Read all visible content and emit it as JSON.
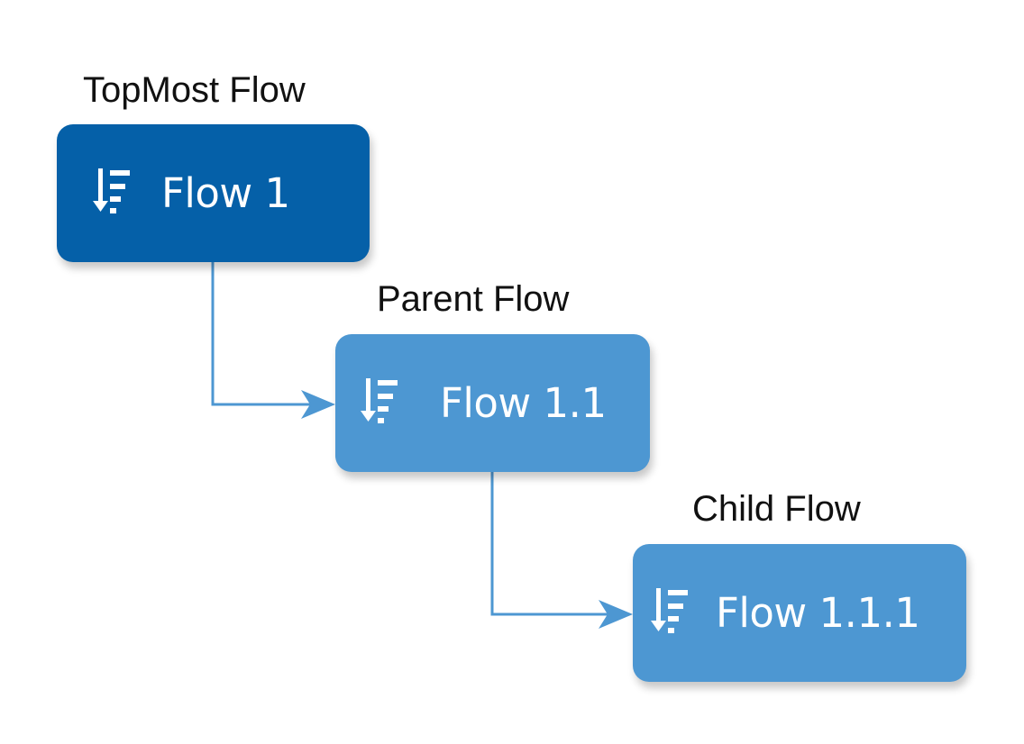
{
  "colors": {
    "topmost": "#0560a8",
    "nested": "#4d97d2",
    "connector": "#4d97d2",
    "icon": "#ffffff",
    "caption_text": "#111111"
  },
  "icon_name": "sort-descending-icon",
  "flows": [
    {
      "caption": "TopMost Flow",
      "label": "Flow 1",
      "level": "topmost"
    },
    {
      "caption": "Parent Flow",
      "label": "Flow 1.1",
      "level": "nested"
    },
    {
      "caption": "Child Flow",
      "label": "Flow 1.1.1",
      "level": "nested"
    }
  ],
  "connections": [
    {
      "from": "Flow 1",
      "to": "Flow 1.1"
    },
    {
      "from": "Flow 1.1",
      "to": "Flow 1.1.1"
    }
  ]
}
